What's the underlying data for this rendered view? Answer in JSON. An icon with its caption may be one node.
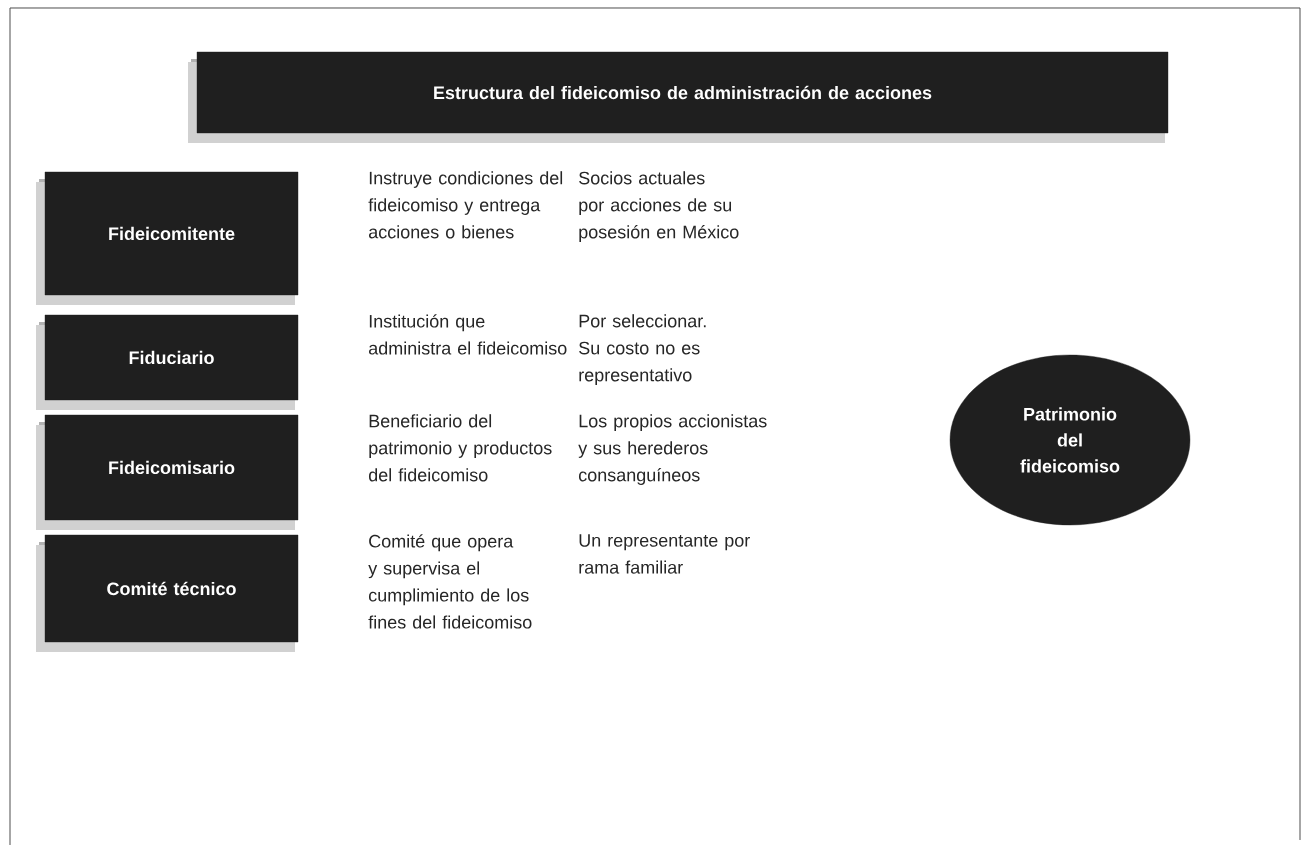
{
  "diagram": {
    "nodes": [
      {
        "text": [
          "Estructura del fideicomiso de administración de acciones"
        ]
      },
      {
        "text": [
          "Fideicomitente"
        ],
        "beside": [
          "Instruye condiciones del fideicomiso y entrega acciones o bienes",
          "Socios actuales por acciones de su posesión en México"
        ]
      },
      {
        "text": [
          "Fiduciario"
        ],
        "beside": [
          "Institución que administra el fideicomiso",
          "Por seleccionar. Su costo no es representativo"
        ]
      },
      {
        "text": [
          "Fideicomisario"
        ],
        "beside": [
          "Beneficiario del patrimonio y productos del fideicomiso",
          "Los propios accionistas y sus herederos consanguíneos"
        ]
      },
      {
        "text": [
          "Comité técnico"
        ],
        "beside": [
          "Comité que opera y supervisa el cumplimiento de los fines del fideicomiso",
          "Un representante por rama familiar"
        ]
      },
      {
        "text": [
          "Patrimonio del fideicomiso"
        ]
      }
    ]
  }
}
